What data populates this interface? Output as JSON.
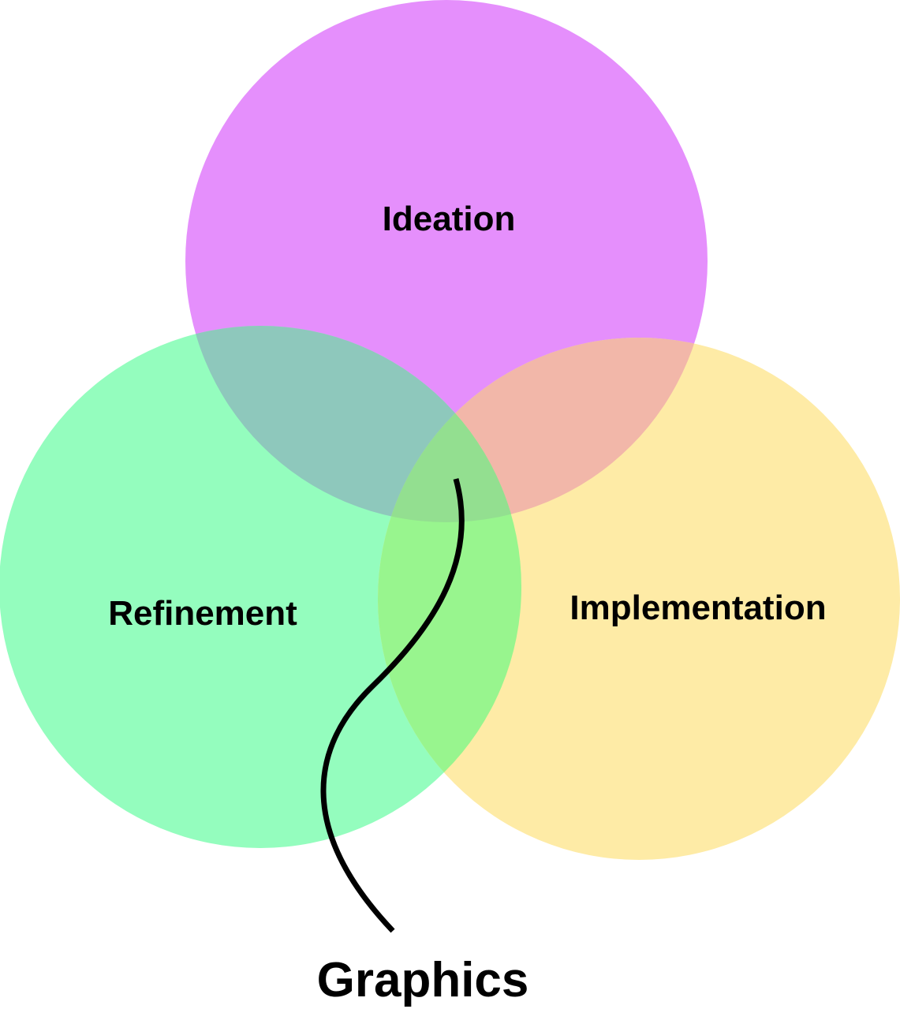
{
  "diagram": {
    "type": "venn",
    "circles": [
      {
        "id": "ideation",
        "label": "Ideation",
        "color": "#e58ffc"
      },
      {
        "id": "refinement",
        "label": "Refinement",
        "color": "#94fdbe"
      },
      {
        "id": "implementation",
        "label": "Implementation",
        "color": "#feeba6"
      }
    ],
    "overlaps": {
      "ideation_refinement": "#8ec8bc",
      "ideation_implementation": "#f2b7a9",
      "refinement_implementation": "#98f58e",
      "all_three": "#93df90"
    },
    "callout": {
      "label": "Graphics",
      "points_to": "all_three",
      "line_color": "#000000"
    }
  }
}
